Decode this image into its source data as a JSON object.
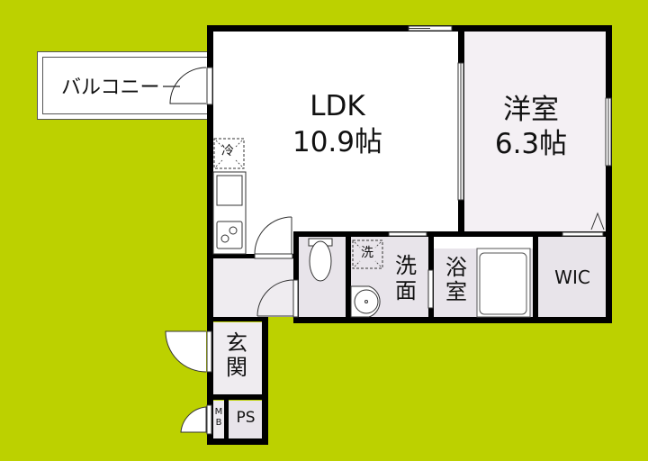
{
  "colors": {
    "background": "#bcd100",
    "wall": "#000000",
    "room_white": "#ffffff",
    "room_light": "#f4f0f4",
    "room_grey": "#e8e4ea"
  },
  "rooms": {
    "balcony": {
      "label": "バルコニー"
    },
    "ldk": {
      "name": "LDK",
      "size": "10.9帖"
    },
    "western_room": {
      "name": "洋室",
      "size": "6.3帖"
    },
    "washroom": {
      "line1": "洗",
      "line2": "面"
    },
    "bathroom": {
      "line1": "浴",
      "line2": "室"
    },
    "wic": {
      "label": "WIC"
    },
    "entrance": {
      "line1": "玄",
      "line2": "関"
    },
    "ps": {
      "label": "PS"
    },
    "mb": {
      "line1": "M",
      "line2": "B"
    }
  },
  "fixtures": {
    "fridge_label": "冷",
    "washer_label": "洗"
  }
}
